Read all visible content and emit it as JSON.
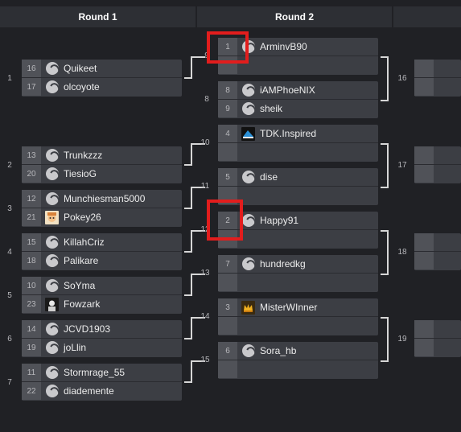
{
  "rounds": [
    {
      "label": "Round 1"
    },
    {
      "label": "Round 2"
    }
  ],
  "round1": [
    {
      "num": "1",
      "top": {
        "seed": "16",
        "name": "Quikeet"
      },
      "bot": {
        "seed": "17",
        "name": "olcoyote"
      }
    },
    {
      "num": "2",
      "top": {
        "seed": "13",
        "name": "Trunkzzz"
      },
      "bot": {
        "seed": "20",
        "name": "TiesioG"
      }
    },
    {
      "num": "3",
      "top": {
        "seed": "12",
        "name": "Munchiesman5000"
      },
      "bot": {
        "seed": "21",
        "name": "Pokey26"
      }
    },
    {
      "num": "4",
      "top": {
        "seed": "15",
        "name": "KillahCriz"
      },
      "bot": {
        "seed": "18",
        "name": "Palikare"
      }
    },
    {
      "num": "5",
      "top": {
        "seed": "10",
        "name": "SoYma"
      },
      "bot": {
        "seed": "23",
        "name": "Fowzark"
      }
    },
    {
      "num": "6",
      "top": {
        "seed": "14",
        "name": "JCVD1903"
      },
      "bot": {
        "seed": "19",
        "name": "joLlin"
      }
    },
    {
      "num": "7",
      "top": {
        "seed": "11",
        "name": "Stormrage_55"
      },
      "bot": {
        "seed": "22",
        "name": "diademente"
      }
    }
  ],
  "round2": [
    {
      "num": "8",
      "top": {
        "seed": "1",
        "name": "ArminvB90"
      },
      "bot": {
        "seed": "",
        "name": ""
      }
    },
    {
      "num": "9",
      "top": {
        "seed": "8",
        "name": "iAMPhoeNIX"
      },
      "bot": {
        "seed": "9",
        "name": "sheik"
      }
    },
    {
      "num": "10",
      "top": {
        "seed": "4",
        "name": "TDK.Inspired"
      },
      "bot": {
        "seed": "",
        "name": ""
      }
    },
    {
      "num": "11",
      "top": {
        "seed": "5",
        "name": "dise"
      },
      "bot": {
        "seed": "",
        "name": ""
      }
    },
    {
      "num": "12",
      "top": {
        "seed": "2",
        "name": "Happy91"
      },
      "bot": {
        "seed": "",
        "name": ""
      }
    },
    {
      "num": "13",
      "top": {
        "seed": "7",
        "name": "hundredkg"
      },
      "bot": {
        "seed": "",
        "name": ""
      }
    },
    {
      "num": "14",
      "top": {
        "seed": "3",
        "name": "MisterWInner"
      },
      "bot": {
        "seed": "",
        "name": ""
      }
    },
    {
      "num": "15",
      "top": {
        "seed": "6",
        "name": "Sora_hb"
      },
      "bot": {
        "seed": "",
        "name": ""
      }
    }
  ],
  "round3": [
    {
      "num": "16"
    },
    {
      "num": "17"
    },
    {
      "num": "18"
    },
    {
      "num": "19"
    }
  ],
  "icons": {
    "default_avatar": "default-avatar-icon",
    "tdk_avatar": "tdk-avatar-icon",
    "pokey_avatar": "pokey-avatar-icon",
    "fowzark_avatar": "fowzark-avatar-icon",
    "misterwinner_avatar": "misterwinner-avatar-icon"
  },
  "colors": {
    "background": "#202125",
    "header": "#2d2f34",
    "match": "#3c3e44",
    "seed": "#505258",
    "connector": "#d6d6d6",
    "highlight": "#e21d1d"
  }
}
